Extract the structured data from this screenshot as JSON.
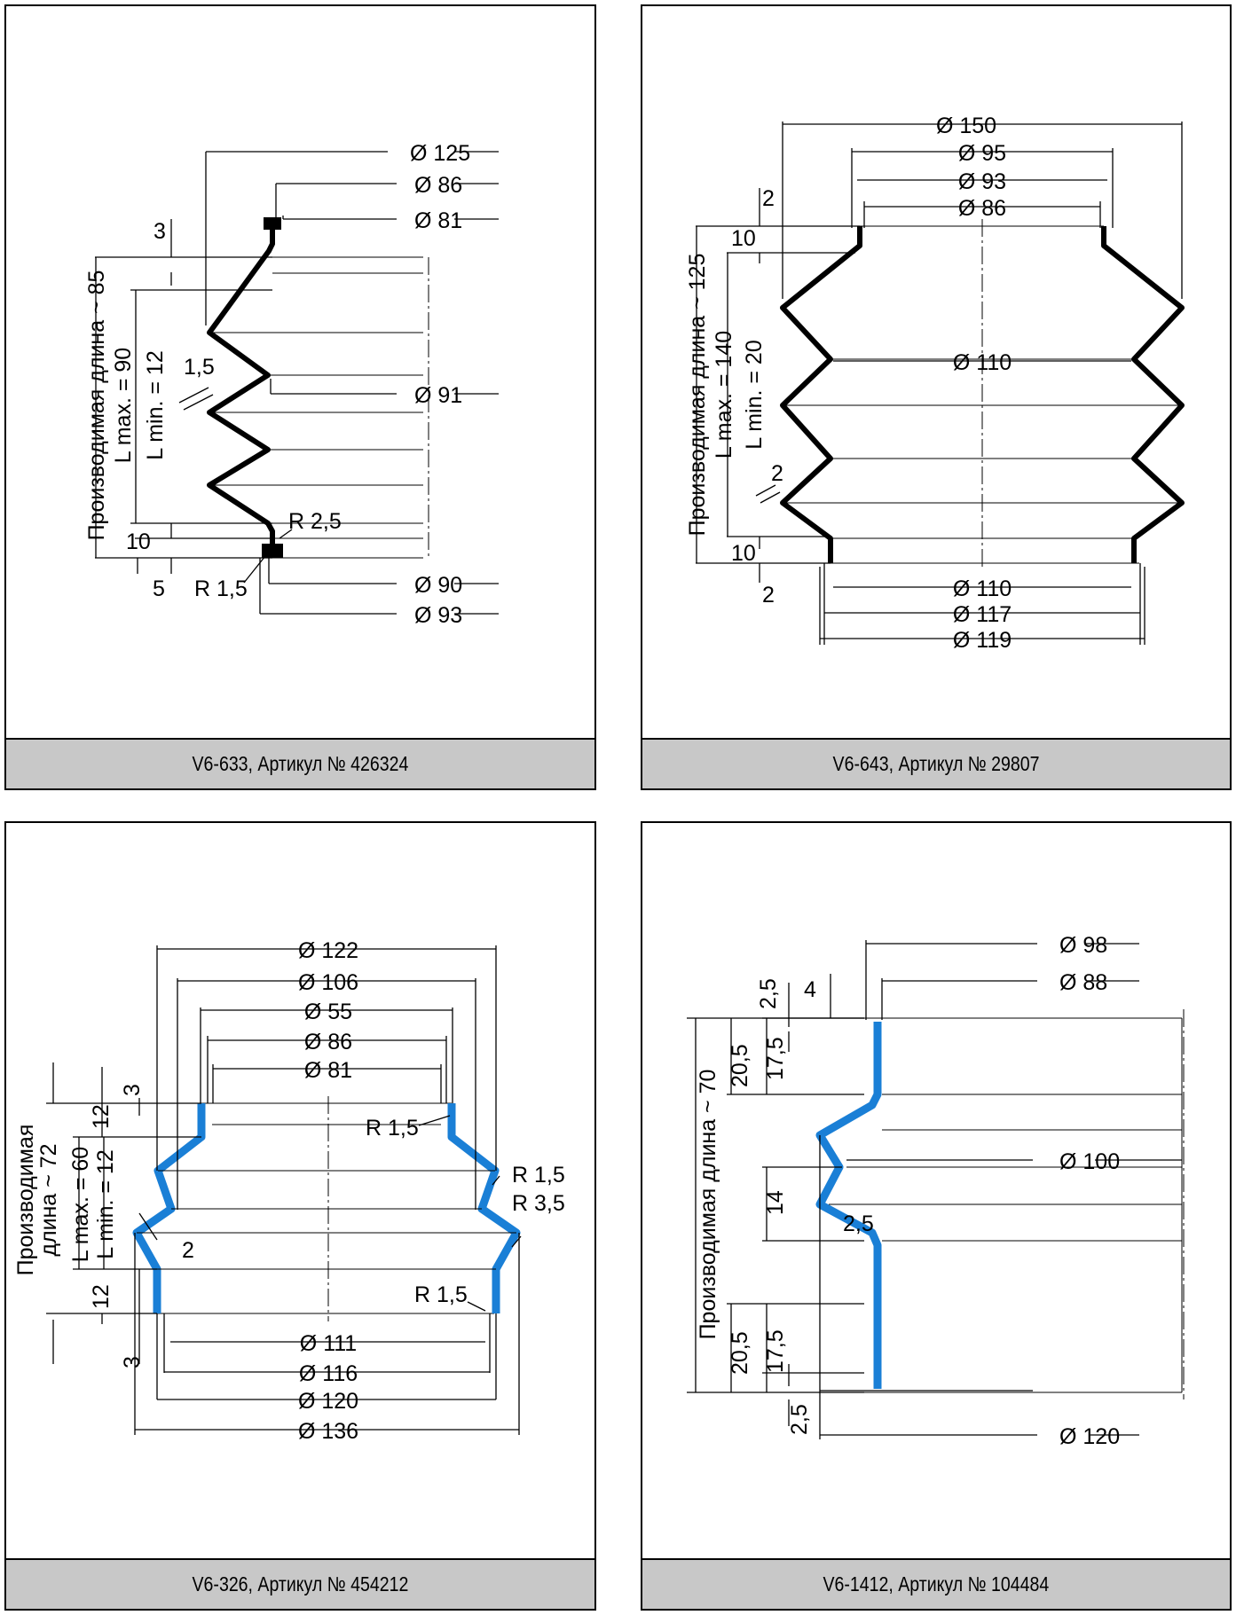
{
  "panels": [
    {
      "caption": "V6-633, Артикул № 426324",
      "labels": {
        "d125": "Ø 125",
        "d86": "Ø 86",
        "d81": "Ø 81",
        "d91": "Ø 91",
        "d90": "Ø 90",
        "d93": "Ø 93",
        "t3": "3",
        "t15": "1,5",
        "r25": "R 2,5",
        "r15": "R 1,5",
        "t10": "10",
        "t5": "5",
        "len": "Производимая длина ~ 85",
        "lmax": "L max. = 90",
        "lmin": "L min. = 12"
      }
    },
    {
      "caption": "V6-643, Артикул № 29807",
      "labels": {
        "d150": "Ø 150",
        "d95": "Ø 95",
        "d93": "Ø 93",
        "d86": "Ø 86",
        "d110a": "Ø 110",
        "d110b": "Ø 110",
        "d117": "Ø 117",
        "d119": "Ø 119",
        "t2a": "2",
        "t10a": "10",
        "t2b": "2",
        "t10b": "10",
        "t2c": "2",
        "len": "Производимая длина ~ 125",
        "lmax": "L max. = 140",
        "lmin": "L min. = 20"
      }
    },
    {
      "caption": "V6-326, Артикул № 454212",
      "labels": {
        "d122": "Ø 122",
        "d106": "Ø 106",
        "d55": "Ø 55",
        "d86": "Ø 86",
        "d81": "Ø 81",
        "d111": "Ø 111",
        "d116": "Ø 116",
        "d120": "Ø 120",
        "d136": "Ø 136",
        "r15a": "R 1,5",
        "r15b": "R 1,5",
        "r35": "R 3,5",
        "r15c": "R 1,5",
        "t3a": "3",
        "t12a": "12",
        "t12b": "12",
        "t3b": "3",
        "t2": "2",
        "len1": "Производимая",
        "len2": "длина ~ 72",
        "lmax": "L max. = 60",
        "lmin": "L min. = 12"
      }
    },
    {
      "caption": "V6-1412, Артикул № 104484",
      "labels": {
        "d98": "Ø 98",
        "d88": "Ø 88",
        "d100": "Ø 100",
        "d120": "Ø 120",
        "t25a": "2,5",
        "t4": "4",
        "t205a": "20,5",
        "t175a": "17,5",
        "t14": "14",
        "t25b": "2,5",
        "t205b": "20,5",
        "t175b": "17,5",
        "t25c": "2,5",
        "len": "Производимая длина ~ 70"
      }
    }
  ]
}
